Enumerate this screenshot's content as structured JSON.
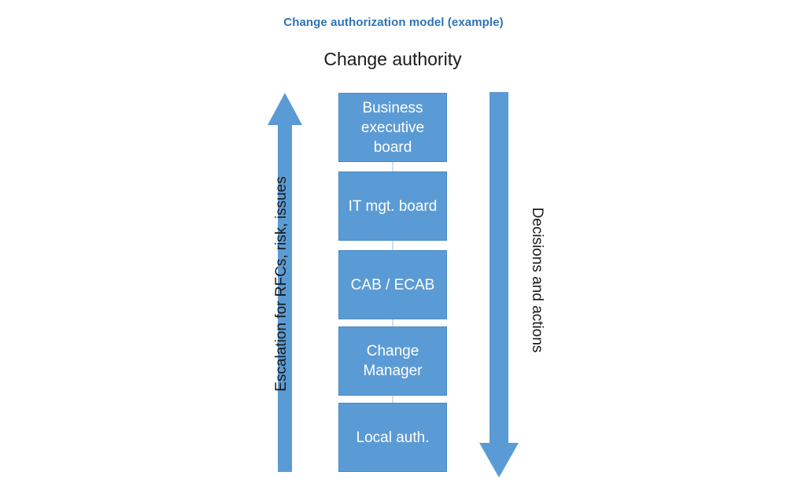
{
  "title": "Change authorization model (example)",
  "column": {
    "header": "Change authority",
    "levels": [
      {
        "label": "Business executive board"
      },
      {
        "label": "IT mgt. board"
      },
      {
        "label": "CAB / ECAB"
      },
      {
        "label": "Change Manager"
      },
      {
        "label": "Local auth."
      }
    ]
  },
  "arrows": {
    "left": {
      "label": "Escalation for RFCs, risk, issues",
      "direction": "up",
      "icon": "arrow-up-icon"
    },
    "right": {
      "label": "Decisions and actions",
      "direction": "down",
      "icon": "arrow-down-icon"
    }
  },
  "colors": {
    "title": "#2E74B5",
    "box_fill": "#5B9BD5",
    "box_border": "#4A8AC4",
    "box_text": "#FFFFFF",
    "arrow_fill": "#5B9BD5",
    "connector": "#CFE0F0",
    "header_text": "#1A1A1A",
    "background": "#FFFFFF"
  }
}
